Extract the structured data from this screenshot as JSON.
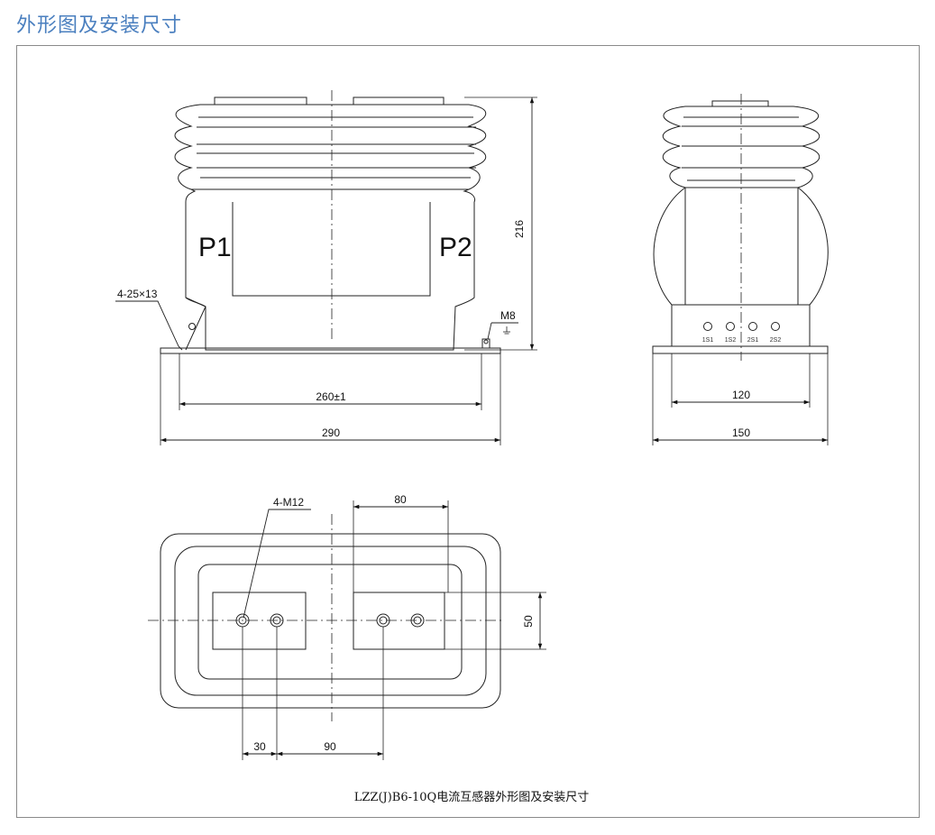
{
  "page": {
    "title": "外形图及安装尺寸"
  },
  "front_view": {
    "terminal_p1": "P1",
    "terminal_p2": "P2",
    "height_dim": "216",
    "mount_holes": "4-25×13",
    "ground": "M8",
    "hole_spacing": "260±1",
    "base_length": "290"
  },
  "side_view": {
    "secondary_terminals": [
      "1S1",
      "1S2",
      "2S1",
      "2S2"
    ],
    "inner_width": "120",
    "base_width": "150"
  },
  "top_view": {
    "bolts": "4-M12",
    "terminal_spacing": "80",
    "bolt_height": "50",
    "bolt_pitch": "30",
    "bolt_gap": "90"
  },
  "caption": "LZZ(J)B6-10Q电流互感器外形图及安装尺寸"
}
